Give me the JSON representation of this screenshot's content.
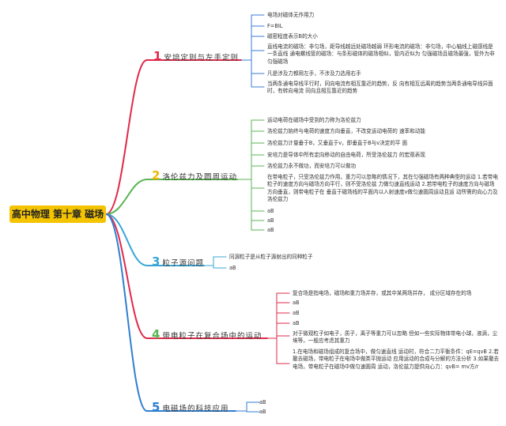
{
  "root": {
    "label": "高中物理 第十章 磁场",
    "color": "#f5c400"
  },
  "colors": {
    "b1": "#e0294a",
    "b2": "#5ab552",
    "b3": "#3aa6d6",
    "b4": "#e0294a",
    "b5": "#2f7fd1"
  },
  "branches": [
    {
      "num": "1",
      "num_color": "#e0294a",
      "label": "安培定则与左手定则",
      "line_color": "#3a7bd5",
      "leaves": [
        "电场对磁体无作用力",
        "F=BIL",
        "磁密程度表示B的大小",
        "直线电流的磁场：非匀场，距导线越远处磁场越弱 环形电流的磁场：非匀场，中心轴线上磁感线是一条直线 通电螺线管的磁场：与条形磁体的磁场相似，管内近似为 匀强磁场且磁场最强，管外为非匀强磁场",
        "凡是涉及力都用左手，不涉及力选用右手",
        "当两条通电导线平行时，同向电流有相互靠近的趋势，反 向有相互远离的趋势当两条通电导线异面时，有转向电流 同向且相互靠近的趋势"
      ]
    },
    {
      "num": "2",
      "num_color": "#f0b400",
      "label": "洛伦兹力及圆周运动",
      "line_color": "#5ab552",
      "leaves": [
        "运动电荷在磁场中受到的力称为洛伦兹力",
        "洛伦兹力始终与电荷的速度方向垂直，不改变运动电荷的 速率和动能",
        "洛伦兹力计量垂于B，又垂直于v，即垂直于B与v决定的平 面",
        "安培力是导体中所有定向移动的自由电荷，所受洛伦兹力 的宏观表现",
        "洛伦兹力永不做功，而安培力可以做功",
        "在带电粒子，只受洛伦兹力作用，重力可以忽略的情况下，其在匀强磁场有两种典型的运动 1.若带电粒子的速度方向与磁场方向平行，则不受洛伦兹 力做匀速直线运动 2.若带电粒子的速度方向与磁场方向垂直，则带电粒子在 垂直于磁场线的平面内以入射速度v做匀速圆周运动且运 动所需的向心力及洛伦兹力",
        "aB",
        "aB",
        "aB"
      ]
    },
    {
      "num": "3",
      "num_color": "#3aa6d6",
      "label": "粒子源问题",
      "line_color": "#3aa6d6",
      "leaves": [
        "同源粒子是从粒子源射出的同种粒子",
        "aB"
      ]
    },
    {
      "num": "4",
      "num_color": "#5ab552",
      "label": "带电粒子在复合场中的运动",
      "line_color": "#e0294a",
      "leaves": [
        "复合场是指电场，磁场和重力场并存，或其中某两场并存， 成分区域存在的场",
        "aB",
        "aB",
        "aB",
        "对于微观粒子如电子，质子，离子等重力可以忽略 但如一些实际物体带电小球，液滴，尘埃等，一般应考虑其重力",
        "1.在电场和磁场组成的复合场中，做匀速直线 运动时，符合二力平衡条件：qE=qvB 2.若撤去磁场，带电粒子在电场中做类平抛运动 应用运动的合成与分解的方法分析 3.如果撤去电场，带电粒子在磁场中做匀速圆周 运动，洛伦兹力提供向心力：qvB= mv方/r"
      ]
    },
    {
      "num": "5",
      "num_color": "#2f7fd1",
      "label": "电磁场的科技应用",
      "line_color": "#2f7fd1",
      "leaves": [
        "aB",
        "aB"
      ]
    }
  ]
}
